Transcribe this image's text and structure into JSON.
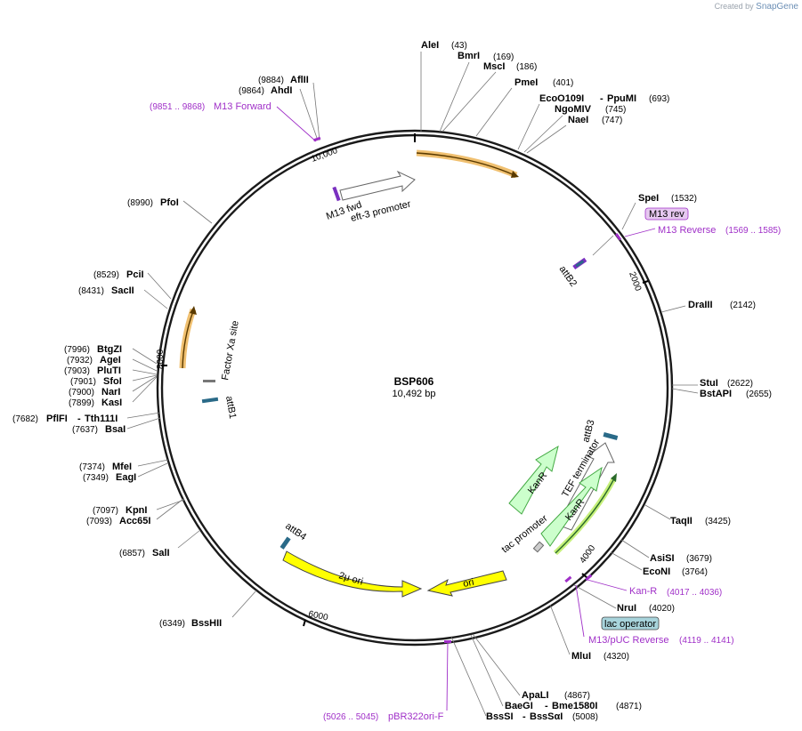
{
  "credit": {
    "prefix": "Created by",
    "brand": "SnapGene"
  },
  "plasmid": {
    "name": "BSP606",
    "size_label": "10,492 bp"
  },
  "ticks": [
    "10,000",
    "2000",
    "4000",
    "6000",
    "8000"
  ],
  "enzymes": [
    {
      "name": "AleI",
      "pos": "(43)"
    },
    {
      "name": "BmrI",
      "pos": "(169)"
    },
    {
      "name": "MscI",
      "pos": "(186)"
    },
    {
      "name": "PmeI",
      "pos": "(401)"
    },
    {
      "name": "EcoO109I",
      "name2": "PpuMI",
      "pos": "(693)"
    },
    {
      "name": "NgoMIV",
      "pos": "(745)"
    },
    {
      "name": "NaeI",
      "pos": "(747)"
    },
    {
      "name": "SpeI",
      "pos": "(1532)"
    },
    {
      "name": "DraIII",
      "pos": "(2142)"
    },
    {
      "name": "StuI",
      "pos": "(2622)"
    },
    {
      "name": "BstAPI",
      "pos": "(2655)"
    },
    {
      "name": "TaqII",
      "pos": "(3425)"
    },
    {
      "name": "AsiSI",
      "pos": "(3679)"
    },
    {
      "name": "EcoNI",
      "pos": "(3764)"
    },
    {
      "name": "NruI",
      "pos": "(4020)"
    },
    {
      "name": "MluI",
      "pos": "(4320)"
    },
    {
      "name": "ApaLI",
      "pos": "(4867)"
    },
    {
      "name": "BaeGI",
      "name2": "Bme1580I",
      "pos": "(4871)"
    },
    {
      "name": "BssSI",
      "name2": "BssSαI",
      "pos": "(5008)"
    },
    {
      "name": "BssHII",
      "pos": "(6349)"
    },
    {
      "name": "SalI",
      "pos": "(6857)"
    },
    {
      "name": "KpnI",
      "pos": "(7097)"
    },
    {
      "name": "Acc65I",
      "pos": "(7093)"
    },
    {
      "name": "MfeI",
      "pos": "(7374)"
    },
    {
      "name": "EagI",
      "pos": "(7349)"
    },
    {
      "name": "PflFI",
      "name2": "Tth111I",
      "pos": "(7682)"
    },
    {
      "name": "BsaI",
      "pos": "(7637)"
    },
    {
      "name": "BtgZI",
      "pos": "(7996)"
    },
    {
      "name": "AgeI",
      "pos": "(7932)"
    },
    {
      "name": "PluTI",
      "pos": "(7903)"
    },
    {
      "name": "SfoI",
      "pos": "(7901)"
    },
    {
      "name": "NarI",
      "pos": "(7900)"
    },
    {
      "name": "KasI",
      "pos": "(7899)"
    },
    {
      "name": "PciI",
      "pos": "(8529)"
    },
    {
      "name": "SacII",
      "pos": "(8431)"
    },
    {
      "name": "PfoI",
      "pos": "(8990)"
    },
    {
      "name": "AhdI",
      "pos": "(9864)"
    },
    {
      "name": "AflII",
      "pos": "(9884)"
    }
  ],
  "primers": [
    {
      "name": "M13 Forward",
      "pos": "(9851 .. 9868)"
    },
    {
      "name": "M13 Reverse",
      "pos": "(1569 .. 1585)"
    },
    {
      "name": "Kan-R",
      "pos": "(4017 .. 4036)"
    },
    {
      "name": "M13/pUC Reverse",
      "pos": "(4119 .. 4141)"
    },
    {
      "name": "pBR322ori-F",
      "pos": "(5026 .. 5045)"
    }
  ],
  "boxes": {
    "m13rev": "M13 rev",
    "lacop": "lac operator"
  },
  "features": {
    "m13fwd": "M13 fwd",
    "eft3": "eft-3 promoter",
    "attB2": "attB2",
    "attB3": "attB3",
    "tef": "TEF terminator",
    "kanr1": "KanR",
    "kanr2": "KanR",
    "tac": "tac promoter",
    "ori": "ori",
    "twomu": "2μ ori",
    "attB4": "attB4",
    "factorxa": "Factor Xa site",
    "attB1": "attB1"
  },
  "colors": {
    "backbone": "#1a1a1a",
    "yellow": "#ffff00",
    "orange_glow": "#f0c070",
    "green_fill": "#ccffcc",
    "green_stroke": "#44aa44",
    "primer": "#a030c8",
    "lac_box": "#a8d4dc",
    "m13_box": "#e6c8f0",
    "credit": "#9aa3ad"
  }
}
